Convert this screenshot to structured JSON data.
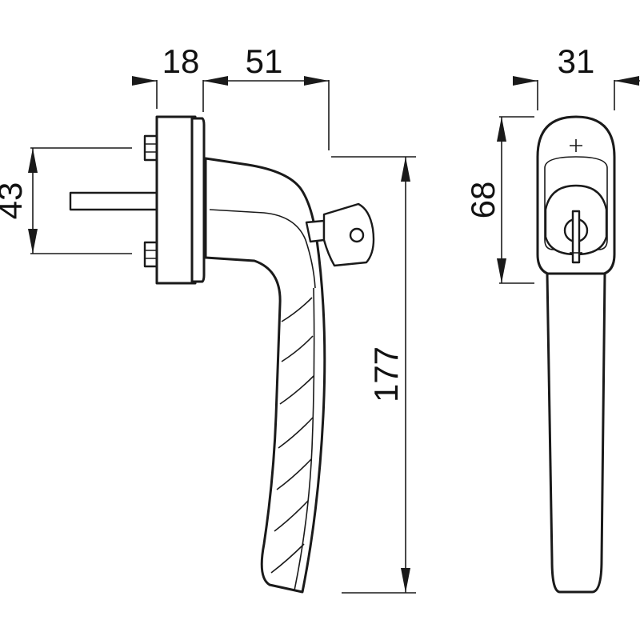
{
  "dimensions": {
    "rose_depth": "18",
    "handle_offset": "51",
    "spindle_spacing": "43",
    "handle_length": "177",
    "rose_width": "31",
    "rose_height": "68"
  },
  "colors": {
    "line": "#1a1a1a",
    "background": "#ffffff"
  }
}
